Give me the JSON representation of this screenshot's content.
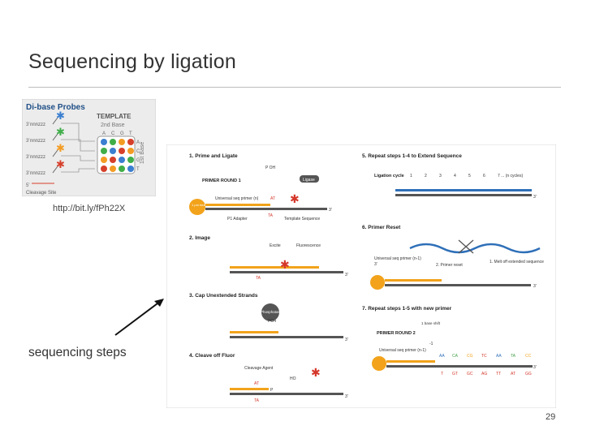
{
  "slide": {
    "title": "Sequencing by ligation",
    "url": "http://bit.ly/fPh22X",
    "caption": "sequencing steps",
    "page_number": "29"
  },
  "probes_figure": {
    "title": "Di-base Probes",
    "template": "TEMPLATE",
    "second_base": "2nd Base",
    "first_base": "1st Base",
    "bases": [
      "A",
      "C",
      "G",
      "T"
    ],
    "probe_label": "nnnzzz",
    "prime_top": "3'",
    "prime_bottom": "5'",
    "cleavage_site": "Cleavage Site",
    "colors": {
      "blue": "#3a7fd0",
      "green": "#3fae49",
      "orange": "#f39c24",
      "red": "#d6402b"
    }
  },
  "steps_figure": {
    "step1": {
      "title": "1. Prime and Ligate",
      "round": "PRIMER ROUND 1",
      "universal": "Universal seq primer (n)",
      "at": "AT",
      "ta": "TA",
      "p1": "P1 Adapter",
      "template": "Template Sequence",
      "ligase": "Ligase",
      "poh": "P OH",
      "three": "3'",
      "bead": "1 μm bead"
    },
    "step2": {
      "title": "2. Image",
      "excite": "Excite",
      "fluor": "Fluorescence",
      "ta": "TA",
      "three": "3'"
    },
    "step3": {
      "title": "3. Cap Unextended Strands",
      "phosphatase": "Phosphatase",
      "po4": "PO4",
      "three": "3'"
    },
    "step4": {
      "title": "4. Cleave off Fluor",
      "agent": "Cleavage Agent",
      "ho": "HO",
      "at": "AT",
      "ta": "TA",
      "p": "P",
      "three": "3'"
    },
    "step5": {
      "title": "5. Repeat steps 1-4 to Extend Sequence",
      "cycle": "Ligation cycle",
      "cycles": [
        "1",
        "2",
        "3",
        "4",
        "5",
        "6",
        "7 ... (n cycles)"
      ],
      "three": "3'"
    },
    "step6": {
      "title": "6. Primer Reset",
      "universal": "Universal seq primer (n-1)",
      "three": "3'",
      "reset": "2. Primer reset",
      "melt": "1. Melt off extended sequence"
    },
    "step7": {
      "title": "7. Repeat steps 1-5 with new primer",
      "round": "PRIMER ROUND 2",
      "base": "1 base shift",
      "minus": "-1",
      "universal": "Universal seq primer (n-1)",
      "top": [
        "AA",
        "CA",
        "CG",
        "TC",
        "AA",
        "TA",
        "CC"
      ],
      "bottom": [
        "T",
        "GT",
        "GC",
        "AG",
        "TT",
        "AT",
        "GG"
      ],
      "three": "3'"
    },
    "colors": {
      "orange": "#f2a31b",
      "blue": "#2e6fb8",
      "red": "#d4372a",
      "green": "#43a047",
      "grey": "#555555"
    }
  }
}
